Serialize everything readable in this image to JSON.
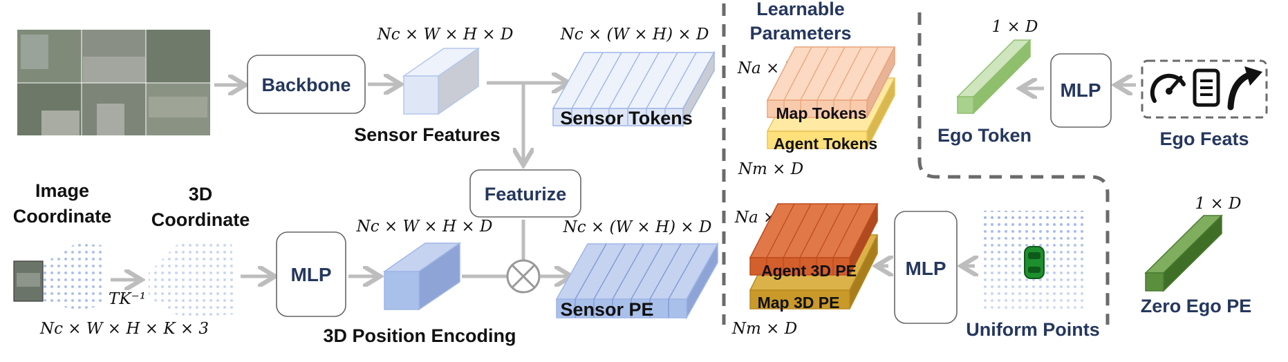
{
  "labels": {
    "backbone": "Backbone",
    "sensor_features": "Sensor Features",
    "sensor_tokens": "Sensor Tokens",
    "featurize": "Featurize",
    "image_coordinate_line1": "Image",
    "image_coordinate_line2": "Coordinate",
    "coord3d_line1": "3D",
    "coord3d_line2": "Coordinate",
    "mlp": "MLP",
    "pos_encoding": "3D Position Encoding",
    "sensor_pe": "Sensor PE",
    "learnable_line1": "Learnable",
    "learnable_line2": "Parameters",
    "map_tokens": "Map Tokens",
    "agent_tokens": "Agent Tokens",
    "agent_3d_pe": "Agent 3D PE",
    "map_3d_pe": "Map 3D PE",
    "uniform_points": "Uniform Points",
    "ego_token": "Ego Token",
    "ego_feats": "Ego Feats",
    "zero_ego_pe": "Zero Ego PE"
  },
  "math": {
    "feat_dims": "Nc × W × H × D",
    "token_dims": "Nc × (W × H) × D",
    "pe_feat_dims": "Nc × W × H × D",
    "pe_token_dims": "Nc × (W × H) × D",
    "coord_dims": "Nc × W × H × K × 3",
    "transform": "TK⁻¹",
    "na_d_top": "Na × D",
    "nm_d_top": "Nm × D",
    "na_d_bottom": "Na × D",
    "nm_d_bottom": "Nm × D",
    "ego_dim": "1 × D",
    "zero_ego_dim": "1 × D"
  },
  "colors": {
    "title_blue": "#25375e",
    "arrow_gray": "#bdbdbd",
    "feature_blue": "#dfe7f6",
    "pe_blue": "#a9c0ea",
    "map_token_orange": "#f8cbad",
    "agent_token_yellow": "#ffe07a",
    "agent_pe_orange": "#d35f2c",
    "map_pe_gold": "#c99a2a",
    "ego_green": "#a9d18e",
    "zero_ego_green": "#5b8f3e"
  },
  "icons": [
    "camera-views-image",
    "speedometer-icon",
    "document-icon",
    "turn-arrow-icon",
    "car-icon",
    "multiply-circle-icon"
  ]
}
